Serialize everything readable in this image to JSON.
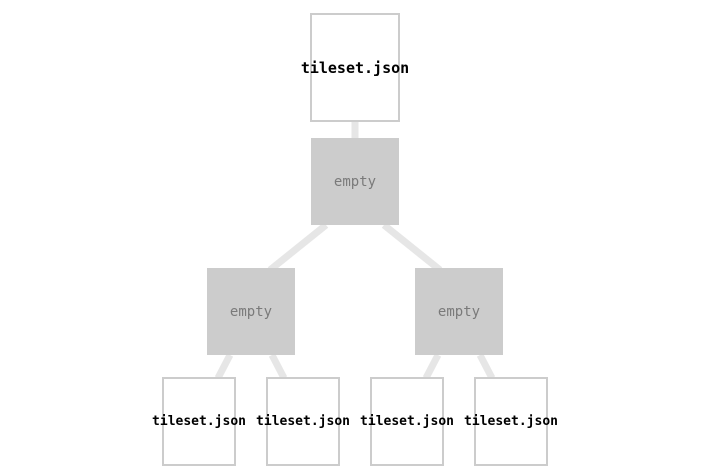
{
  "colors": {
    "edge": "#e6e6e6",
    "tile_border": "#cccccc",
    "empty_fill": "#cccccc",
    "empty_text": "#7a7a7a",
    "tile_text": "#000000"
  },
  "tree": {
    "root": {
      "label": "tileset.json"
    },
    "level1": {
      "label": "empty"
    },
    "level2": [
      {
        "label": "empty"
      },
      {
        "label": "empty"
      }
    ],
    "leaves": [
      {
        "label": "tileset.json"
      },
      {
        "label": "tileset.json"
      },
      {
        "label": "tileset.json"
      },
      {
        "label": "tileset.json"
      }
    ]
  }
}
